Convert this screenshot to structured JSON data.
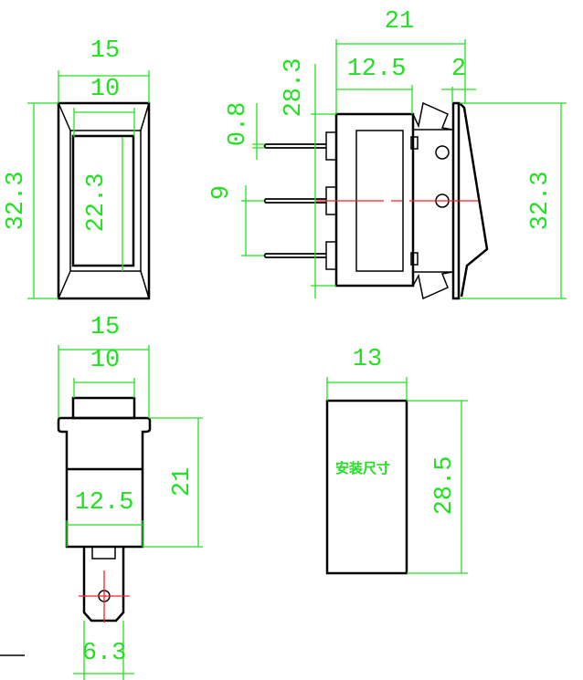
{
  "colors": {
    "dimension": "#22e022",
    "outline": "#000000",
    "centerline": "#ff2020"
  },
  "front_view": {
    "width_outer": "15",
    "width_inner": "10",
    "height_outer": "32.3",
    "height_window": "22.3"
  },
  "side_view": {
    "depth_total": "21",
    "body_depth": "12.5",
    "bezel": "2",
    "body_height": "28.3",
    "pin_thickness": "0.8",
    "pin_pitch": "9",
    "height_total": "32.3"
  },
  "bottom_view": {
    "width_outer": "15",
    "width_inner": "10",
    "height": "21",
    "body_width": "12.5",
    "terminal_width": "6.3"
  },
  "cutout_view": {
    "width": "13",
    "height": "28.5",
    "label": "安装尺寸"
  }
}
